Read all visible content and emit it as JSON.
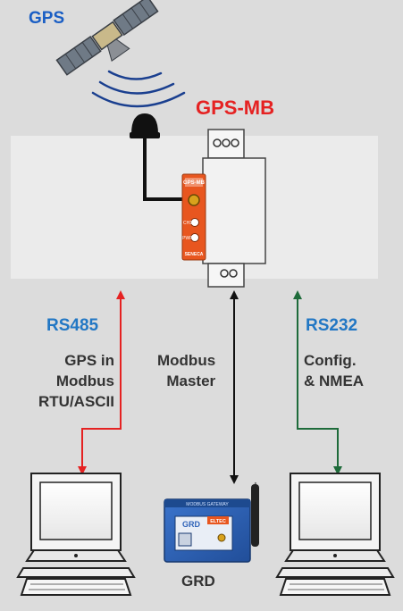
{
  "labels": {
    "gps": "GPS",
    "device": "GPS-MB",
    "rs485": "RS485",
    "rs232": "RS232",
    "left_desc": [
      "GPS in",
      "Modbus",
      "RTU/ASCII"
    ],
    "mid_desc": [
      "Modbus",
      "Master"
    ],
    "right_desc": [
      "Config.",
      "& NMEA"
    ],
    "grd": "GRD"
  },
  "device_front": {
    "name": "GPS-MB",
    "tag1": "CH1",
    "tag2": "PWR",
    "brand": "SENECA"
  },
  "grd_front": {
    "name": "GRD",
    "badge": "ELTEC",
    "strip": "MODBUS GATEWAY"
  },
  "colors": {
    "rs485_link": "#e52222",
    "modbus_link": "#111111",
    "rs232_link": "#1e6b3a",
    "device_accent": "#e8561f",
    "grd_body": "#2f63b8",
    "title_red": "#e52222",
    "label_blue": "#2277c4"
  },
  "icons": [
    "satellite-icon",
    "antenna-icon",
    "din-rail-module-icon",
    "computer-icon",
    "gateway-device-icon"
  ]
}
